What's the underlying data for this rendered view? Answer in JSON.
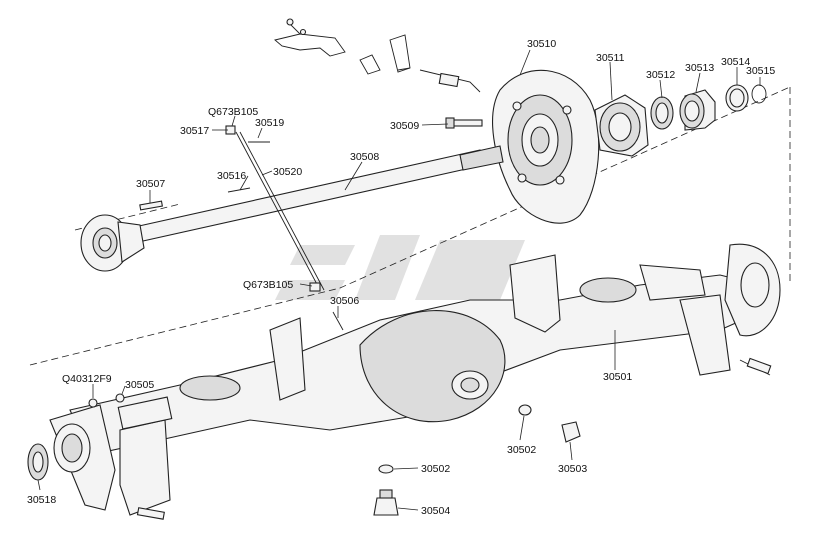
{
  "diagram": {
    "callouts": [
      {
        "id": "c30510",
        "text": "30510"
      },
      {
        "id": "c30511",
        "text": "30511"
      },
      {
        "id": "c30512",
        "text": "30512"
      },
      {
        "id": "c30513",
        "text": "30513"
      },
      {
        "id": "c30514",
        "text": "30514"
      },
      {
        "id": "c30515",
        "text": "30515"
      },
      {
        "id": "cQ673B105a",
        "text": "Q673B105"
      },
      {
        "id": "c30517",
        "text": "30517"
      },
      {
        "id": "c30519",
        "text": "30519"
      },
      {
        "id": "c30509",
        "text": "30509"
      },
      {
        "id": "c30508",
        "text": "30508"
      },
      {
        "id": "c30516",
        "text": "30516"
      },
      {
        "id": "c30520",
        "text": "30520"
      },
      {
        "id": "c30507",
        "text": "30507"
      },
      {
        "id": "cQ673B105b",
        "text": "Q673B105"
      },
      {
        "id": "c30506",
        "text": "30506"
      },
      {
        "id": "cQ40312F9",
        "text": "Q40312F9"
      },
      {
        "id": "c30505",
        "text": "30505"
      },
      {
        "id": "c30501",
        "text": "30501"
      },
      {
        "id": "c30502a",
        "text": "30502"
      },
      {
        "id": "c30503",
        "text": "30503"
      },
      {
        "id": "c30502b",
        "text": "30502"
      },
      {
        "id": "c30518",
        "text": "30518"
      },
      {
        "id": "c30504",
        "text": "30504"
      }
    ],
    "watermark": "gray stylized stripes logo",
    "line_color": "#222222",
    "fill_color": "#f4f4f4"
  }
}
